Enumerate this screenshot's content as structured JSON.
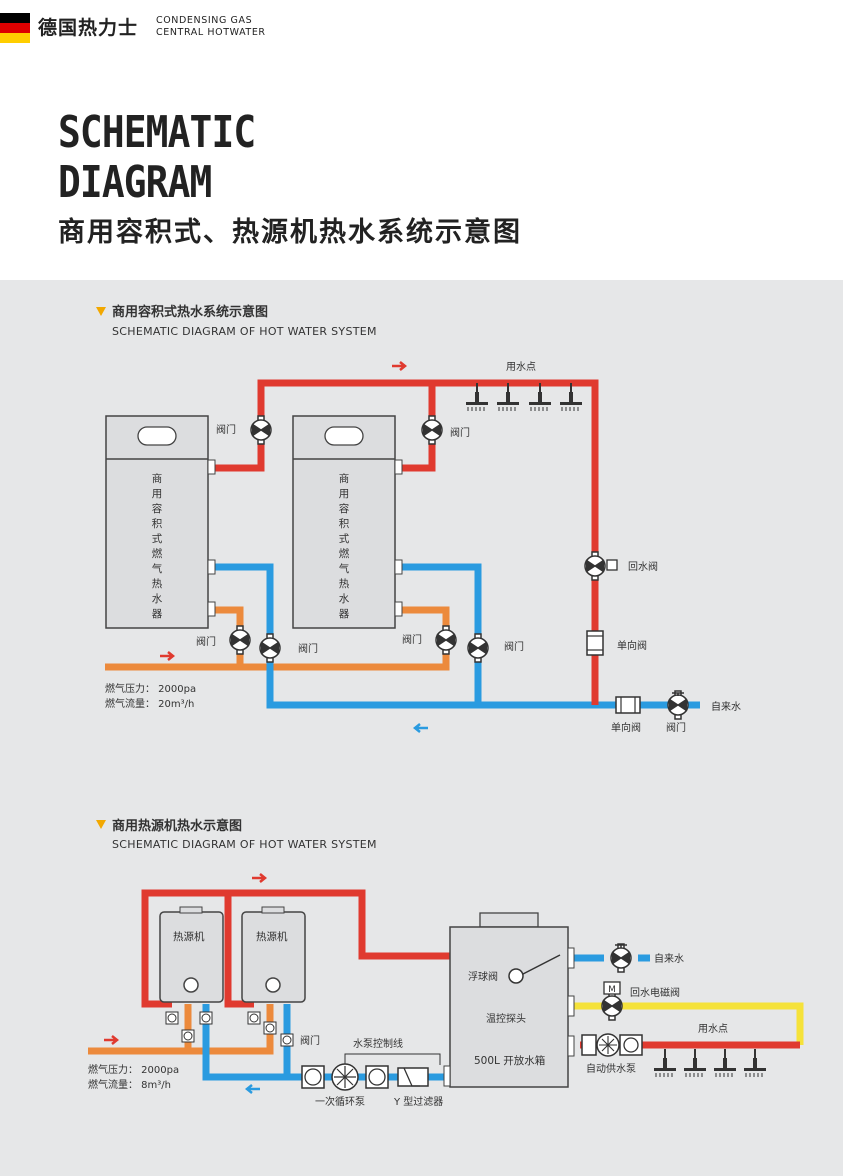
{
  "header": {
    "brand_cn": "德国热力士",
    "brand_en_line1": "CONDENSING GAS",
    "brand_en_line2": "CENTRAL HOTWATER",
    "flag_colors": [
      "#000000",
      "#dd0000",
      "#ffce00"
    ]
  },
  "title": {
    "en_line1": "SCHEMATIC",
    "en_line2": "DIAGRAM",
    "cn": "商用容积式、热源机热水系统示意图"
  },
  "colors": {
    "hot_pipe": "#e03a2f",
    "cold_pipe": "#2a9be0",
    "gas_pipe": "#ec8a3c",
    "control_pipe": "#f5e23a",
    "panel_bg": "#e6e7e8",
    "marker": "#f2a800"
  },
  "diagram1": {
    "heading_cn": "商用容积式热水系统示意图",
    "heading_en": "SCHEMATIC DIAGRAM OF HOT WATER SYSTEM",
    "heater_label": "商用容积式燃气热水器",
    "valve": "阀门",
    "return_valve": "回水阀",
    "check_valve": "单向阀",
    "tap_water": "自来水",
    "usage_point": "用水点",
    "gas_pressure": "燃气压力： 2000pa",
    "gas_flow": "燃气流量： 20m³/h"
  },
  "diagram2": {
    "heading_cn": "商用热源机热水示意图",
    "heading_en": "SCHEMATIC DIAGRAM OF HOT WATER SYSTEM",
    "heat_source": "热源机",
    "valve": "阀门",
    "pump_control_line": "水泵控制线",
    "primary_pump": "一次循环泵",
    "y_filter": "Y 型过滤器",
    "float_valve": "浮球阀",
    "temp_probe": "温控探头",
    "tank": "500L 开放水箱",
    "tap_water": "自来水",
    "return_solenoid": "回水电磁阀",
    "usage_point": "用水点",
    "auto_pump": "自动供水泵",
    "gas_pressure": "燃气压力： 2000pa",
    "gas_flow": "燃气流量： 8m³/h"
  }
}
